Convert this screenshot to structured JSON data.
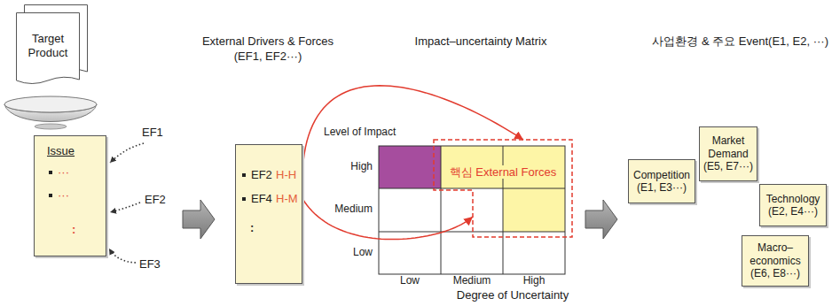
{
  "diagram": {
    "nodes": [
      {
        "text": [
          "Target Product"
        ]
      },
      {
        "text": [
          "Issue",
          "···",
          "···",
          ":"
        ]
      },
      {
        "text": [
          "EF2",
          "H-H",
          "EF4",
          "H-M",
          ":"
        ]
      },
      {
        "text": [
          "핵심 External Forces"
        ]
      },
      {
        "text": [
          "Competition",
          "(E1, E3···)"
        ]
      },
      {
        "text": [
          "Market Demand",
          "(E5, E7···)"
        ]
      },
      {
        "text": [
          "Technology",
          "(E2, E4···)"
        ]
      },
      {
        "text": [
          "Macro– economics",
          "(E6, E8···)"
        ]
      }
    ],
    "edges": [
      {
        "from": 2,
        "to": 3,
        "arrow": "to"
      },
      {
        "from": 2,
        "to": 3,
        "arrow": "to"
      }
    ],
    "labels": [
      "EF1",
      "EF2",
      "EF3",
      "External Drivers & Forces",
      "(EF1, EF2···)",
      "Impact–uncertainty Matrix",
      "Level of Impact",
      "High",
      "Medium",
      "Low",
      "Low",
      "Medium",
      "High",
      "Degree of Uncertainty",
      "사업환경 & 주요 Event(E1, E2, ···)"
    ]
  }
}
